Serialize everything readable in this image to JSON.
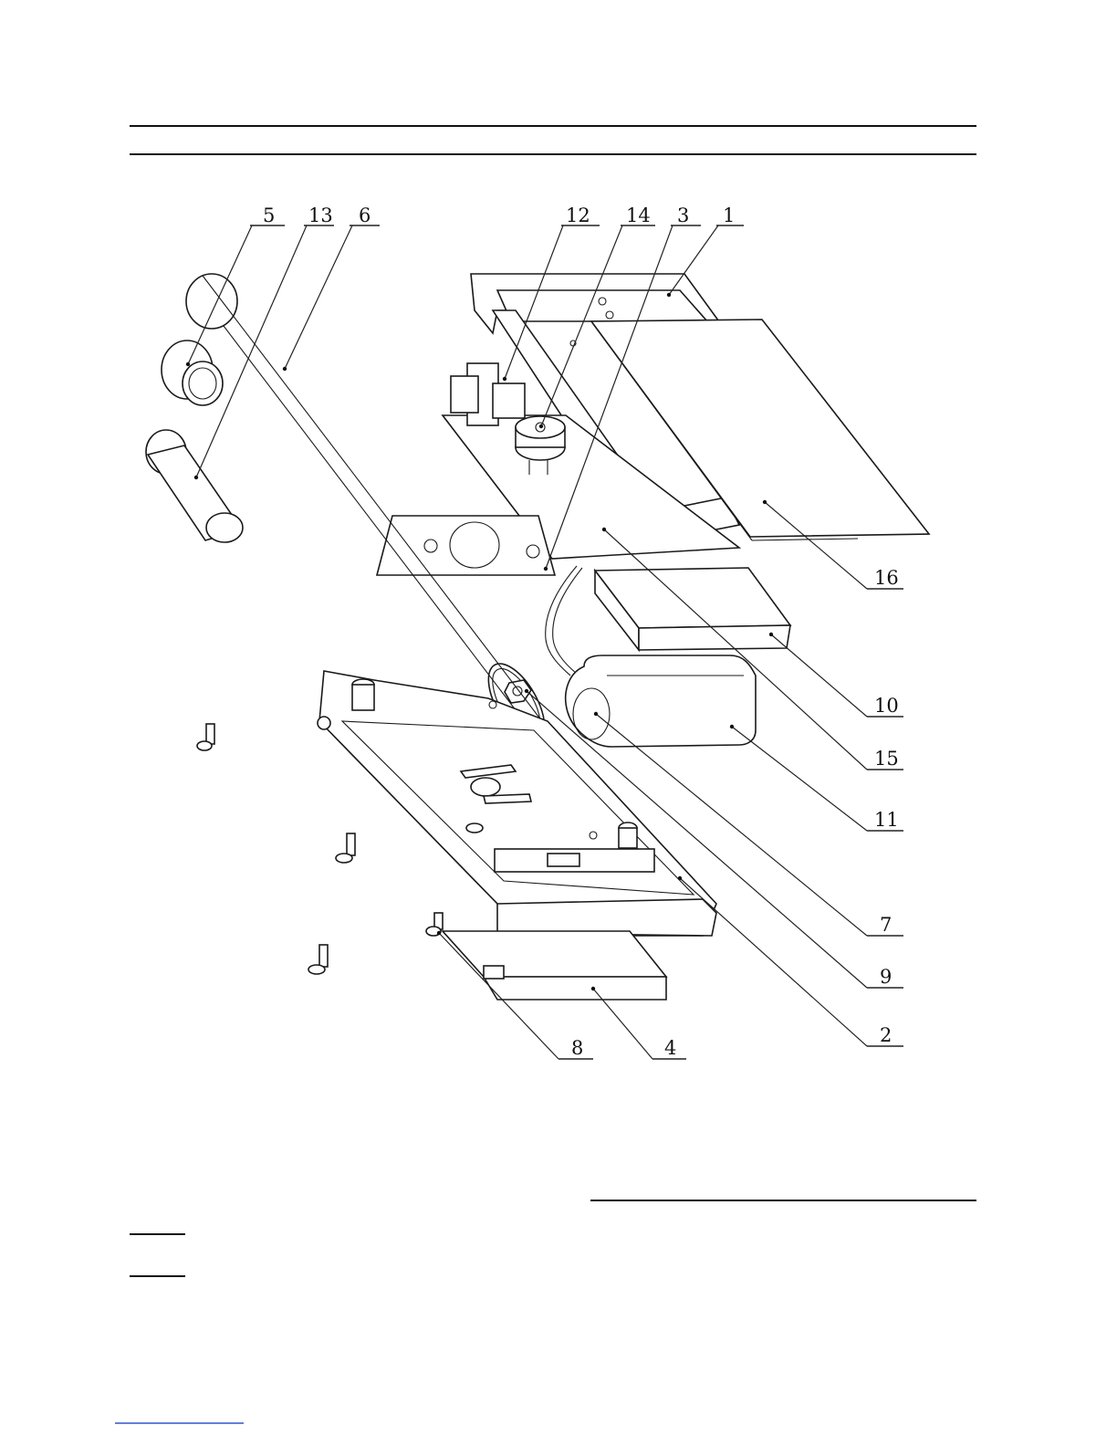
{
  "diagram": {
    "callouts": [
      {
        "id": "5",
        "label": "5"
      },
      {
        "id": "13",
        "label": "13"
      },
      {
        "id": "6",
        "label": "6"
      },
      {
        "id": "12",
        "label": "12"
      },
      {
        "id": "14",
        "label": "14"
      },
      {
        "id": "3",
        "label": "3"
      },
      {
        "id": "1",
        "label": "1"
      },
      {
        "id": "16",
        "label": "16"
      },
      {
        "id": "10",
        "label": "10"
      },
      {
        "id": "15",
        "label": "15"
      },
      {
        "id": "11",
        "label": "11"
      },
      {
        "id": "7",
        "label": "7"
      },
      {
        "id": "9",
        "label": "9"
      },
      {
        "id": "2",
        "label": "2"
      },
      {
        "id": "8",
        "label": "8"
      },
      {
        "id": "4",
        "label": "4"
      }
    ],
    "colors": {
      "ink": "#111111",
      "background": "#ffffff",
      "link_underline": "#3355cc"
    }
  }
}
